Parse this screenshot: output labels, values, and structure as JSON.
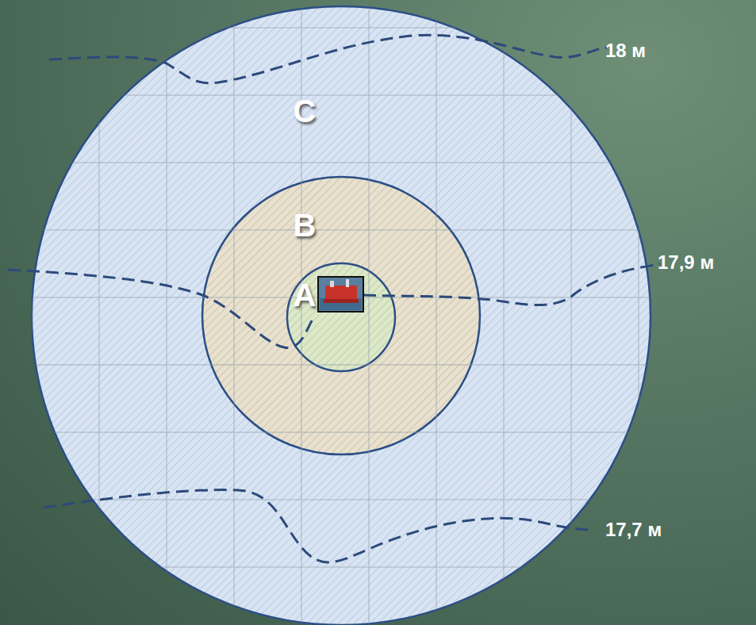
{
  "diagram": {
    "nodes": [
      {
        "text": [
          "C"
        ]
      },
      {
        "text": [
          "B"
        ],
        "in": 0
      },
      {
        "text": [
          "A"
        ],
        "in": 1
      }
    ],
    "labels": [
      "18 м",
      "17,9 м",
      "17,7 м"
    ]
  }
}
